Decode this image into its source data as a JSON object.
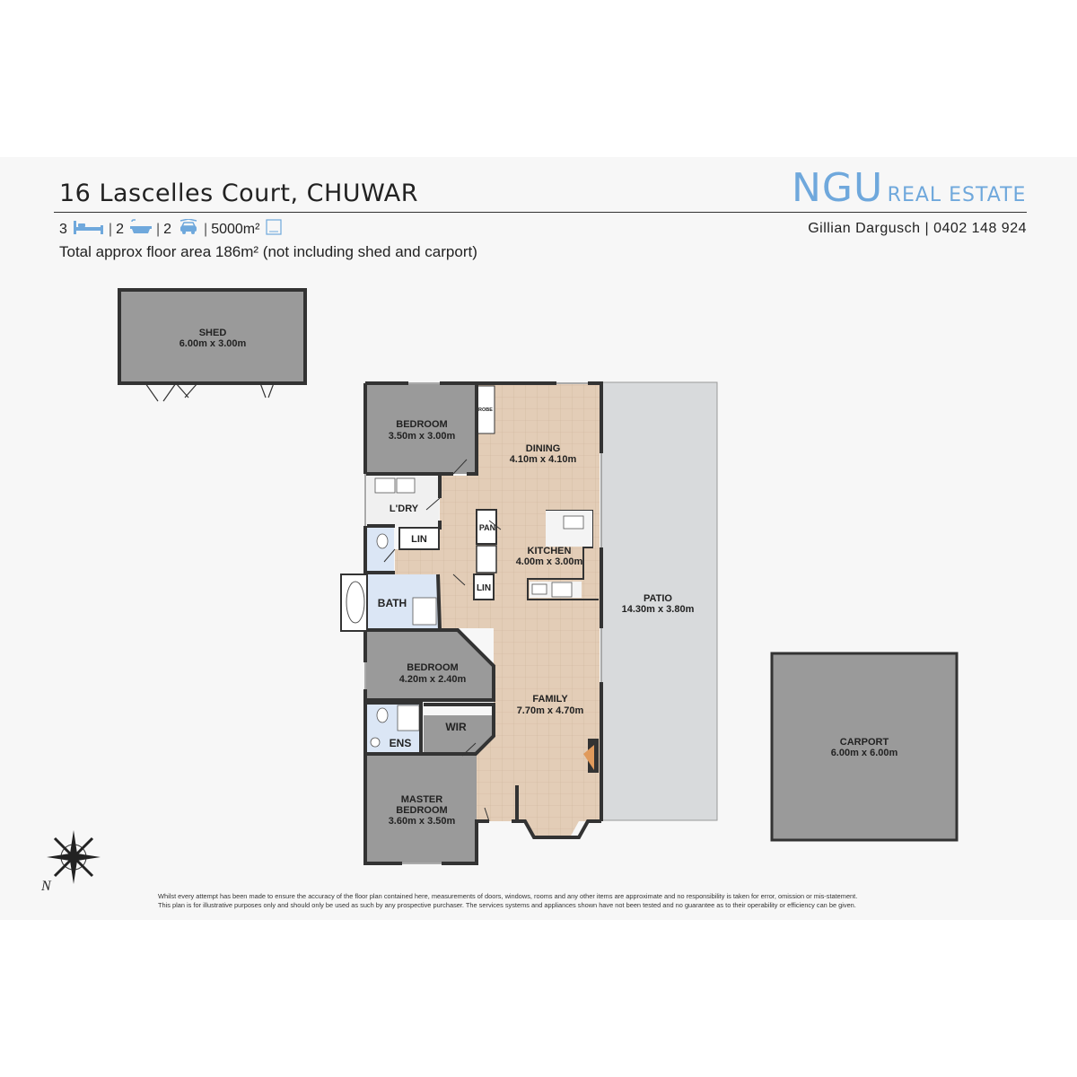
{
  "header": {
    "address": "16 Lascelles Court, CHUWAR",
    "stats": {
      "beds": "3",
      "baths": "2",
      "cars": "2",
      "land": "5000m²"
    },
    "floor_area": "Total approx floor area 186m² (not including shed and carport)"
  },
  "brand": {
    "logo_main": "NGU",
    "logo_sub": "REAL ESTATE",
    "agent": "Gillian Dargusch | 0402 148 924",
    "color": "#6fa8dc"
  },
  "rooms": {
    "shed": {
      "name": "SHED",
      "size": "6.00m  x 3.00m"
    },
    "bedroom1": {
      "name": "BEDROOM",
      "size": "3.50m  x 3.00m"
    },
    "robe": "ROBE",
    "dining": {
      "name": "DINING",
      "size": "4.10m  x 4.10m"
    },
    "laundry": "L'DRY",
    "pantry": "PAN",
    "lin1": "LIN",
    "kitchen": {
      "name": "KITCHEN",
      "size": "4.00m  x 3.00m"
    },
    "lin2": "LIN",
    "bath": "BATH",
    "patio": {
      "name": "PATIO",
      "size": "14.30m  x 3.80m"
    },
    "bedroom2": {
      "name": "BEDROOM",
      "size": "4.20m  x 2.40m"
    },
    "family": {
      "name": "FAMILY",
      "size": "7.70m  x 4.70m"
    },
    "wir": "WIR",
    "ens": "ENS",
    "master": {
      "name": "MASTER",
      "name2": "BEDROOM",
      "size": "3.60m  x 3.50m"
    },
    "carport": {
      "name": "CARPORT",
      "size": "6.00m  x 6.00m"
    }
  },
  "compass": {
    "label": "N"
  },
  "disclaimer": {
    "line1": "Whilst every attempt has been made to ensure the accuracy of the floor plan contained here, measurements of doors, windows, rooms and any other items are approximate and no responsibility is taken for error, omission or mis-statement.",
    "line2": "This plan is for illustrative purposes only and should only be used as such by any prospective purchaser. The services systems and appliances shown have not been tested and no guarantee as to their operability or efficiency can be given."
  },
  "colors": {
    "grey_room": "#9a9a9a",
    "tile_floor": "#e3cdb7",
    "wet_area": "#dbe6f5",
    "outdoor": "#d8dadc",
    "wall": "#333333"
  }
}
